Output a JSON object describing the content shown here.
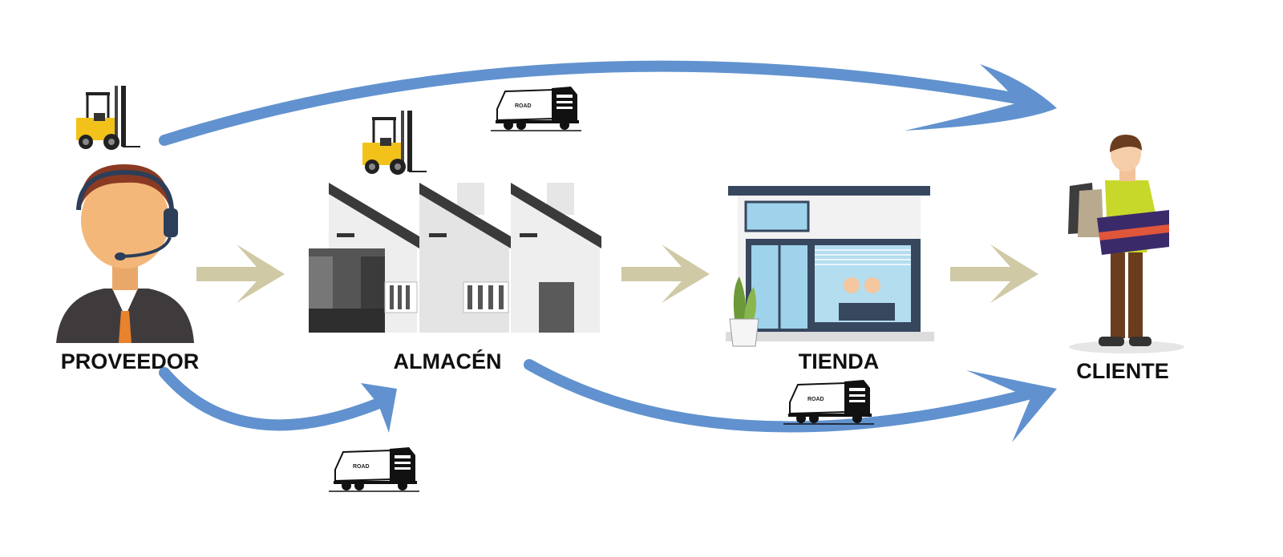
{
  "nodes": [
    {
      "id": "proveedor",
      "label": "PROVEEDOR"
    },
    {
      "id": "almacen",
      "label": "ALMACÉN"
    },
    {
      "id": "tienda",
      "label": "TIENDA"
    },
    {
      "id": "cliente",
      "label": "CLIENTE"
    }
  ],
  "truck_text": "ROAD",
  "colors": {
    "flow_arrow": "#6192cf",
    "step_arrow": "#cfc9a5",
    "label": "#111111"
  },
  "edges": [
    {
      "from": "proveedor",
      "to": "cliente",
      "style": "curved-blue",
      "icon": "truck-icon"
    },
    {
      "from": "proveedor",
      "to": "almacen",
      "style": "curved-blue",
      "icon": "truck-icon"
    },
    {
      "from": "almacen",
      "to": "cliente",
      "style": "curved-blue",
      "icon": "truck-icon"
    },
    {
      "from": "proveedor",
      "to": "almacen",
      "style": "straight-beige"
    },
    {
      "from": "almacen",
      "to": "tienda",
      "style": "straight-beige"
    },
    {
      "from": "tienda",
      "to": "cliente",
      "style": "straight-beige"
    }
  ]
}
